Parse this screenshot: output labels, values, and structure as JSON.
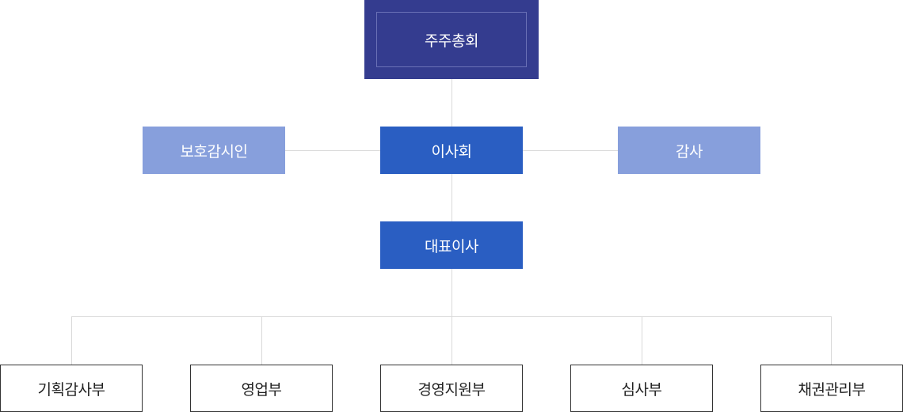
{
  "org_chart": {
    "top": {
      "label": "주주총회"
    },
    "board": {
      "label": "이사회"
    },
    "left_side": {
      "label": "보호감시인"
    },
    "right_side": {
      "label": "감사"
    },
    "ceo": {
      "label": "대표이사"
    },
    "departments": [
      {
        "label": "기획감사부"
      },
      {
        "label": "영업부"
      },
      {
        "label": "경영지원부"
      },
      {
        "label": "심사부"
      },
      {
        "label": "채권관리부"
      }
    ]
  },
  "colors": {
    "top_fill": "#343c8f",
    "primary_fill": "#2a5ec2",
    "secondary_fill": "#879fdc",
    "connector": "#d9d9d9",
    "dept_border": "#333333"
  }
}
